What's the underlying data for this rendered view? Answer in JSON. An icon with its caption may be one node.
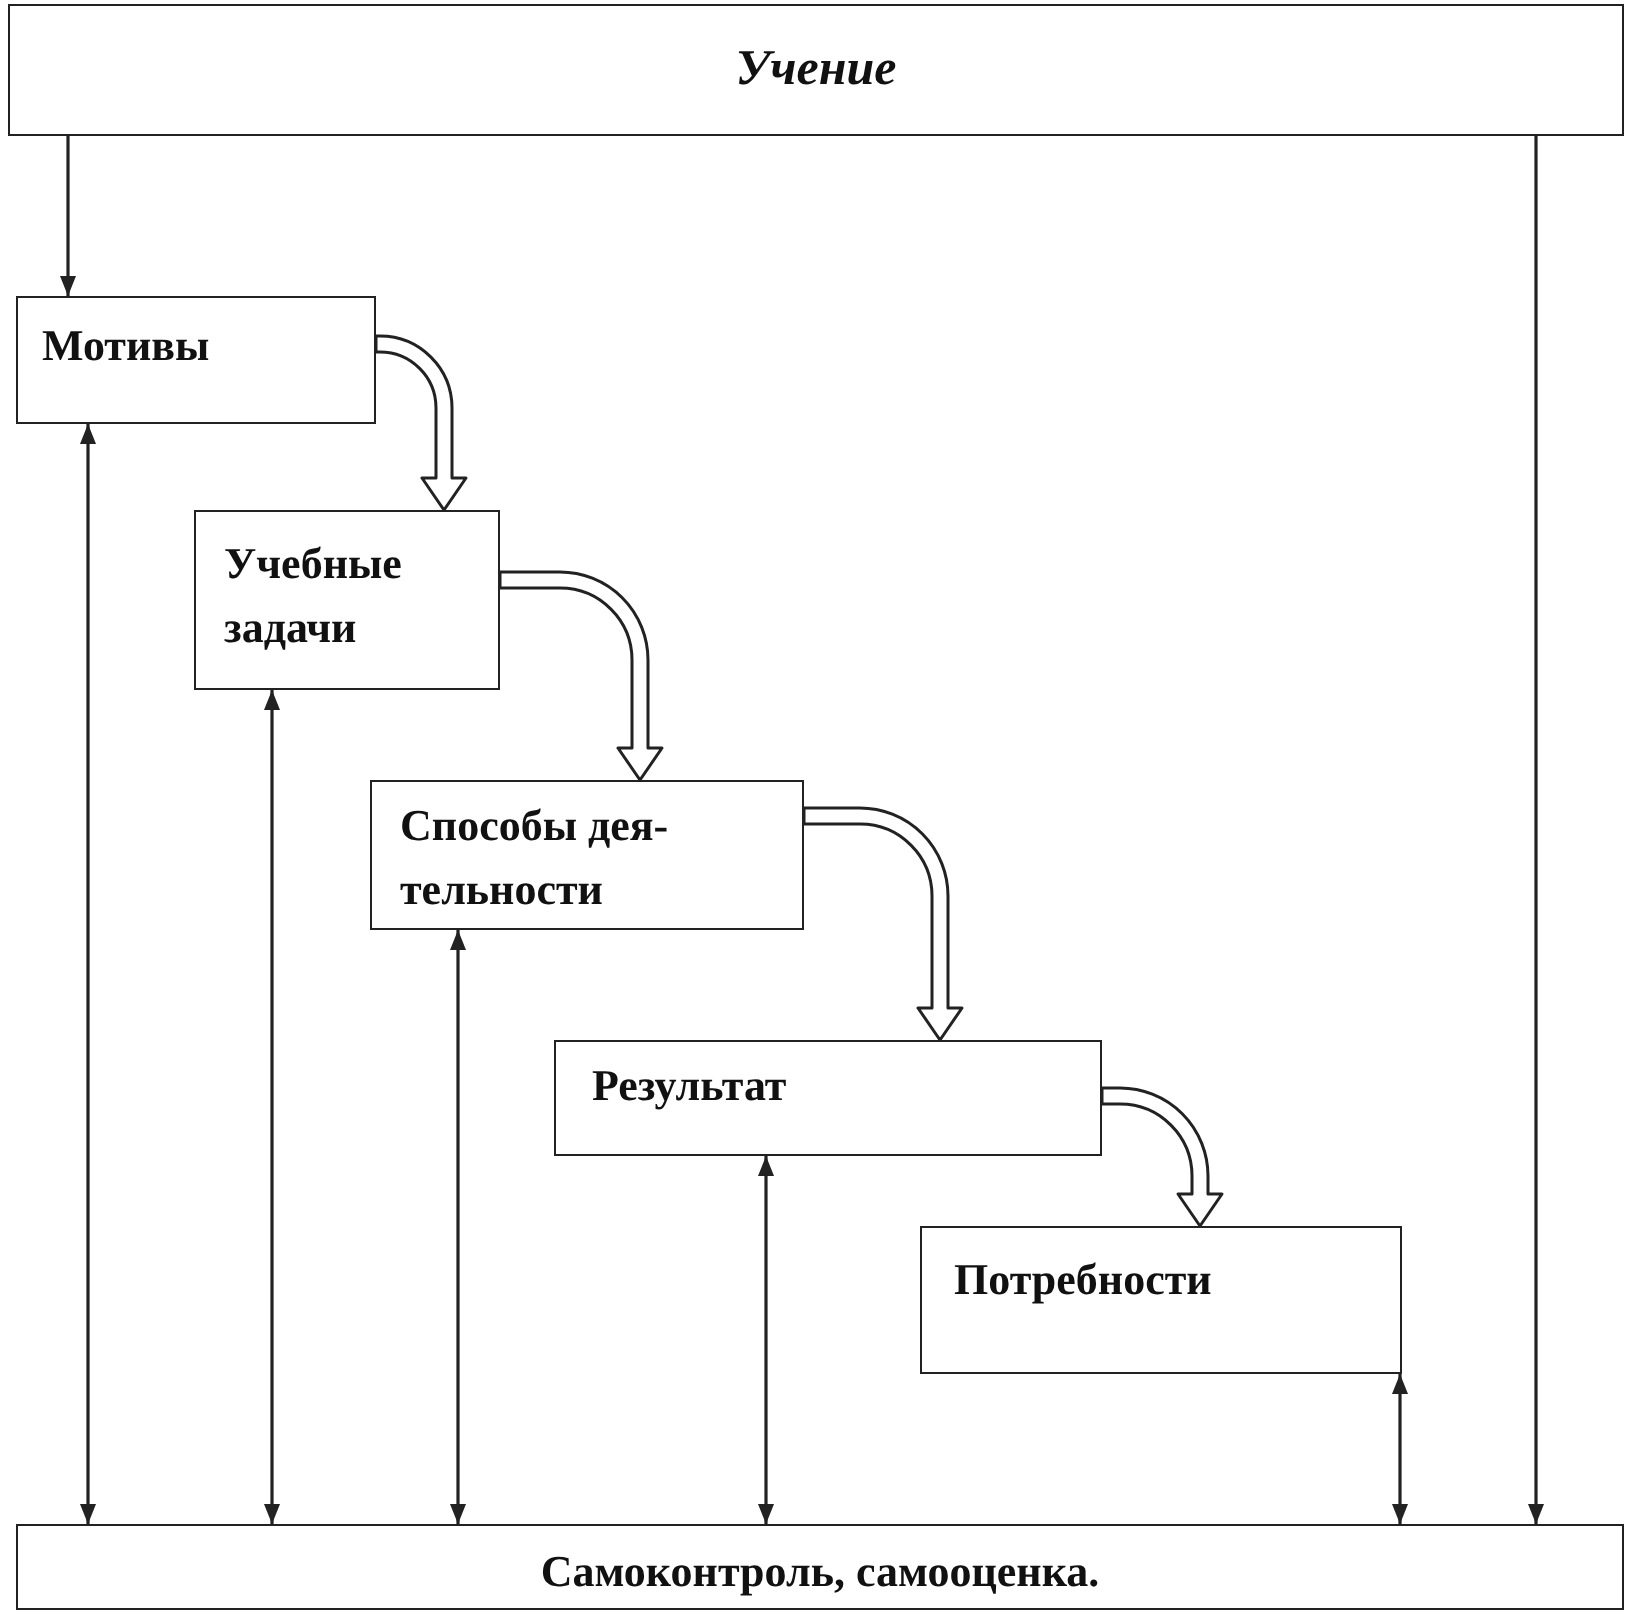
{
  "diagram": {
    "nodes": [
      {
        "text": [
          "Учение"
        ]
      },
      {
        "text": [
          "Мотивы"
        ]
      },
      {
        "text": [
          "Учебные задачи"
        ]
      },
      {
        "text": [
          "Способы дея-тельности"
        ]
      },
      {
        "text": [
          "Результат"
        ]
      },
      {
        "text": [
          "Потребности"
        ]
      },
      {
        "text": [
          "Самоконтроль, самооценка."
        ]
      }
    ],
    "edges": [
      {
        "from": 0,
        "to": 1,
        "arrow": "to"
      },
      {
        "from": 1,
        "to": 2,
        "arrow": "to",
        "style": "thick"
      },
      {
        "from": 2,
        "to": 3,
        "arrow": "to",
        "style": "thick"
      },
      {
        "from": 3,
        "to": 4,
        "arrow": "to",
        "style": "thick"
      },
      {
        "from": 4,
        "to": 5,
        "arrow": "to",
        "style": "thick"
      },
      {
        "from": 0,
        "to": 6,
        "arrow": "to"
      },
      {
        "from": 1,
        "to": 6,
        "arrow": "both"
      },
      {
        "from": 2,
        "to": 6,
        "arrow": "both"
      },
      {
        "from": 3,
        "to": 6,
        "arrow": "both"
      },
      {
        "from": 4,
        "to": 6,
        "arrow": "both"
      },
      {
        "from": 5,
        "to": 6,
        "arrow": "both"
      }
    ]
  }
}
